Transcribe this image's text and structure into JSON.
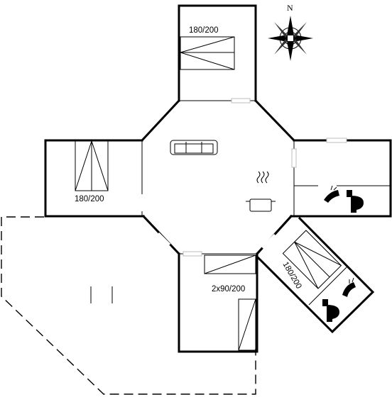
{
  "floorplan": {
    "rooms": [
      {
        "id": "bedroom-north",
        "bed_label": "180/200"
      },
      {
        "id": "bedroom-west",
        "bed_label": "180/200"
      },
      {
        "id": "bedroom-south",
        "bed_label": "2x90/200"
      },
      {
        "id": "bedroom-southeast",
        "bed_label": "180/200"
      }
    ],
    "compass": {
      "north_label": "N"
    }
  }
}
